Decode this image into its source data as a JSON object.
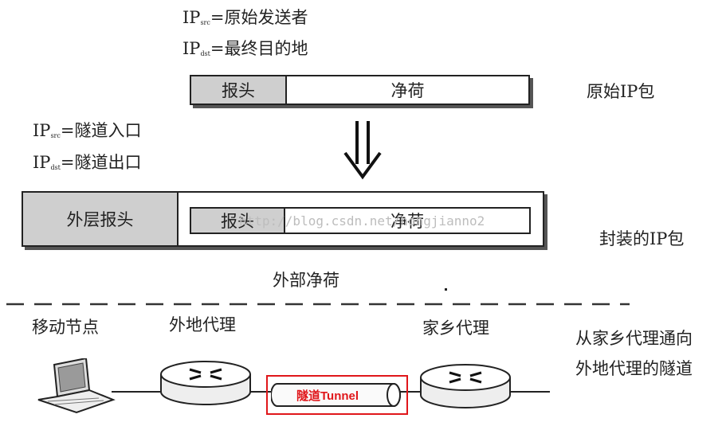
{
  "top_labels": {
    "src_prefix": "IP",
    "src_sub": "src",
    "src_text": "=原始发送者",
    "dst_prefix": "IP",
    "dst_sub": "dst",
    "dst_text": "=最终目的地"
  },
  "original_packet": {
    "header": "报头",
    "payload": "净荷",
    "caption": "原始IP包"
  },
  "tunnel_labels": {
    "src_prefix": "IP",
    "src_sub": "src",
    "src_text": "=隧道入口",
    "dst_prefix": "IP",
    "dst_sub": "dst",
    "dst_text": "=隧道出口"
  },
  "encapsulated_packet": {
    "outer_header": "外层报头",
    "inner_header": "报头",
    "inner_payload": "净荷",
    "caption": "封装的IP包",
    "outer_payload_label": "外部净荷"
  },
  "watermark": "http://blog.csdn.net/hongjianno2",
  "network": {
    "mobile_node": "移动节点",
    "foreign_agent": "外地代理",
    "home_agent": "家乡代理",
    "tunnel_label": "隧道Tunnel",
    "description_line1": "从家乡代理通向",
    "description_line2": "外地代理的隧道"
  },
  "colors": {
    "tunnel_highlight": "#e0161a",
    "header_fill": "#cfcfcf"
  }
}
